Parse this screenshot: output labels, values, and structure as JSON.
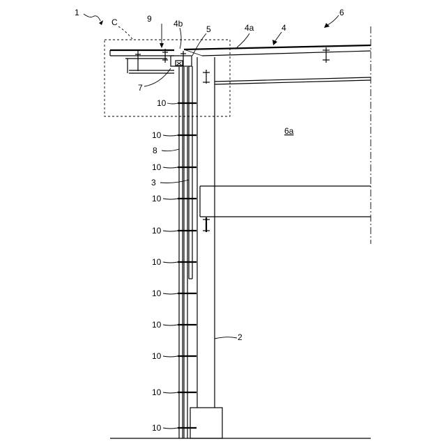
{
  "labels": {
    "ref_1": "1",
    "ref_C": "C",
    "ref_9": "9",
    "ref_4b": "4b",
    "ref_5": "5",
    "ref_4a": "4a",
    "ref_4": "4",
    "ref_6": "6",
    "ref_7": "7",
    "ref_6a": "6a",
    "ref_8": "8",
    "ref_3": "3",
    "ref_2": "2",
    "ref_10": "10"
  }
}
